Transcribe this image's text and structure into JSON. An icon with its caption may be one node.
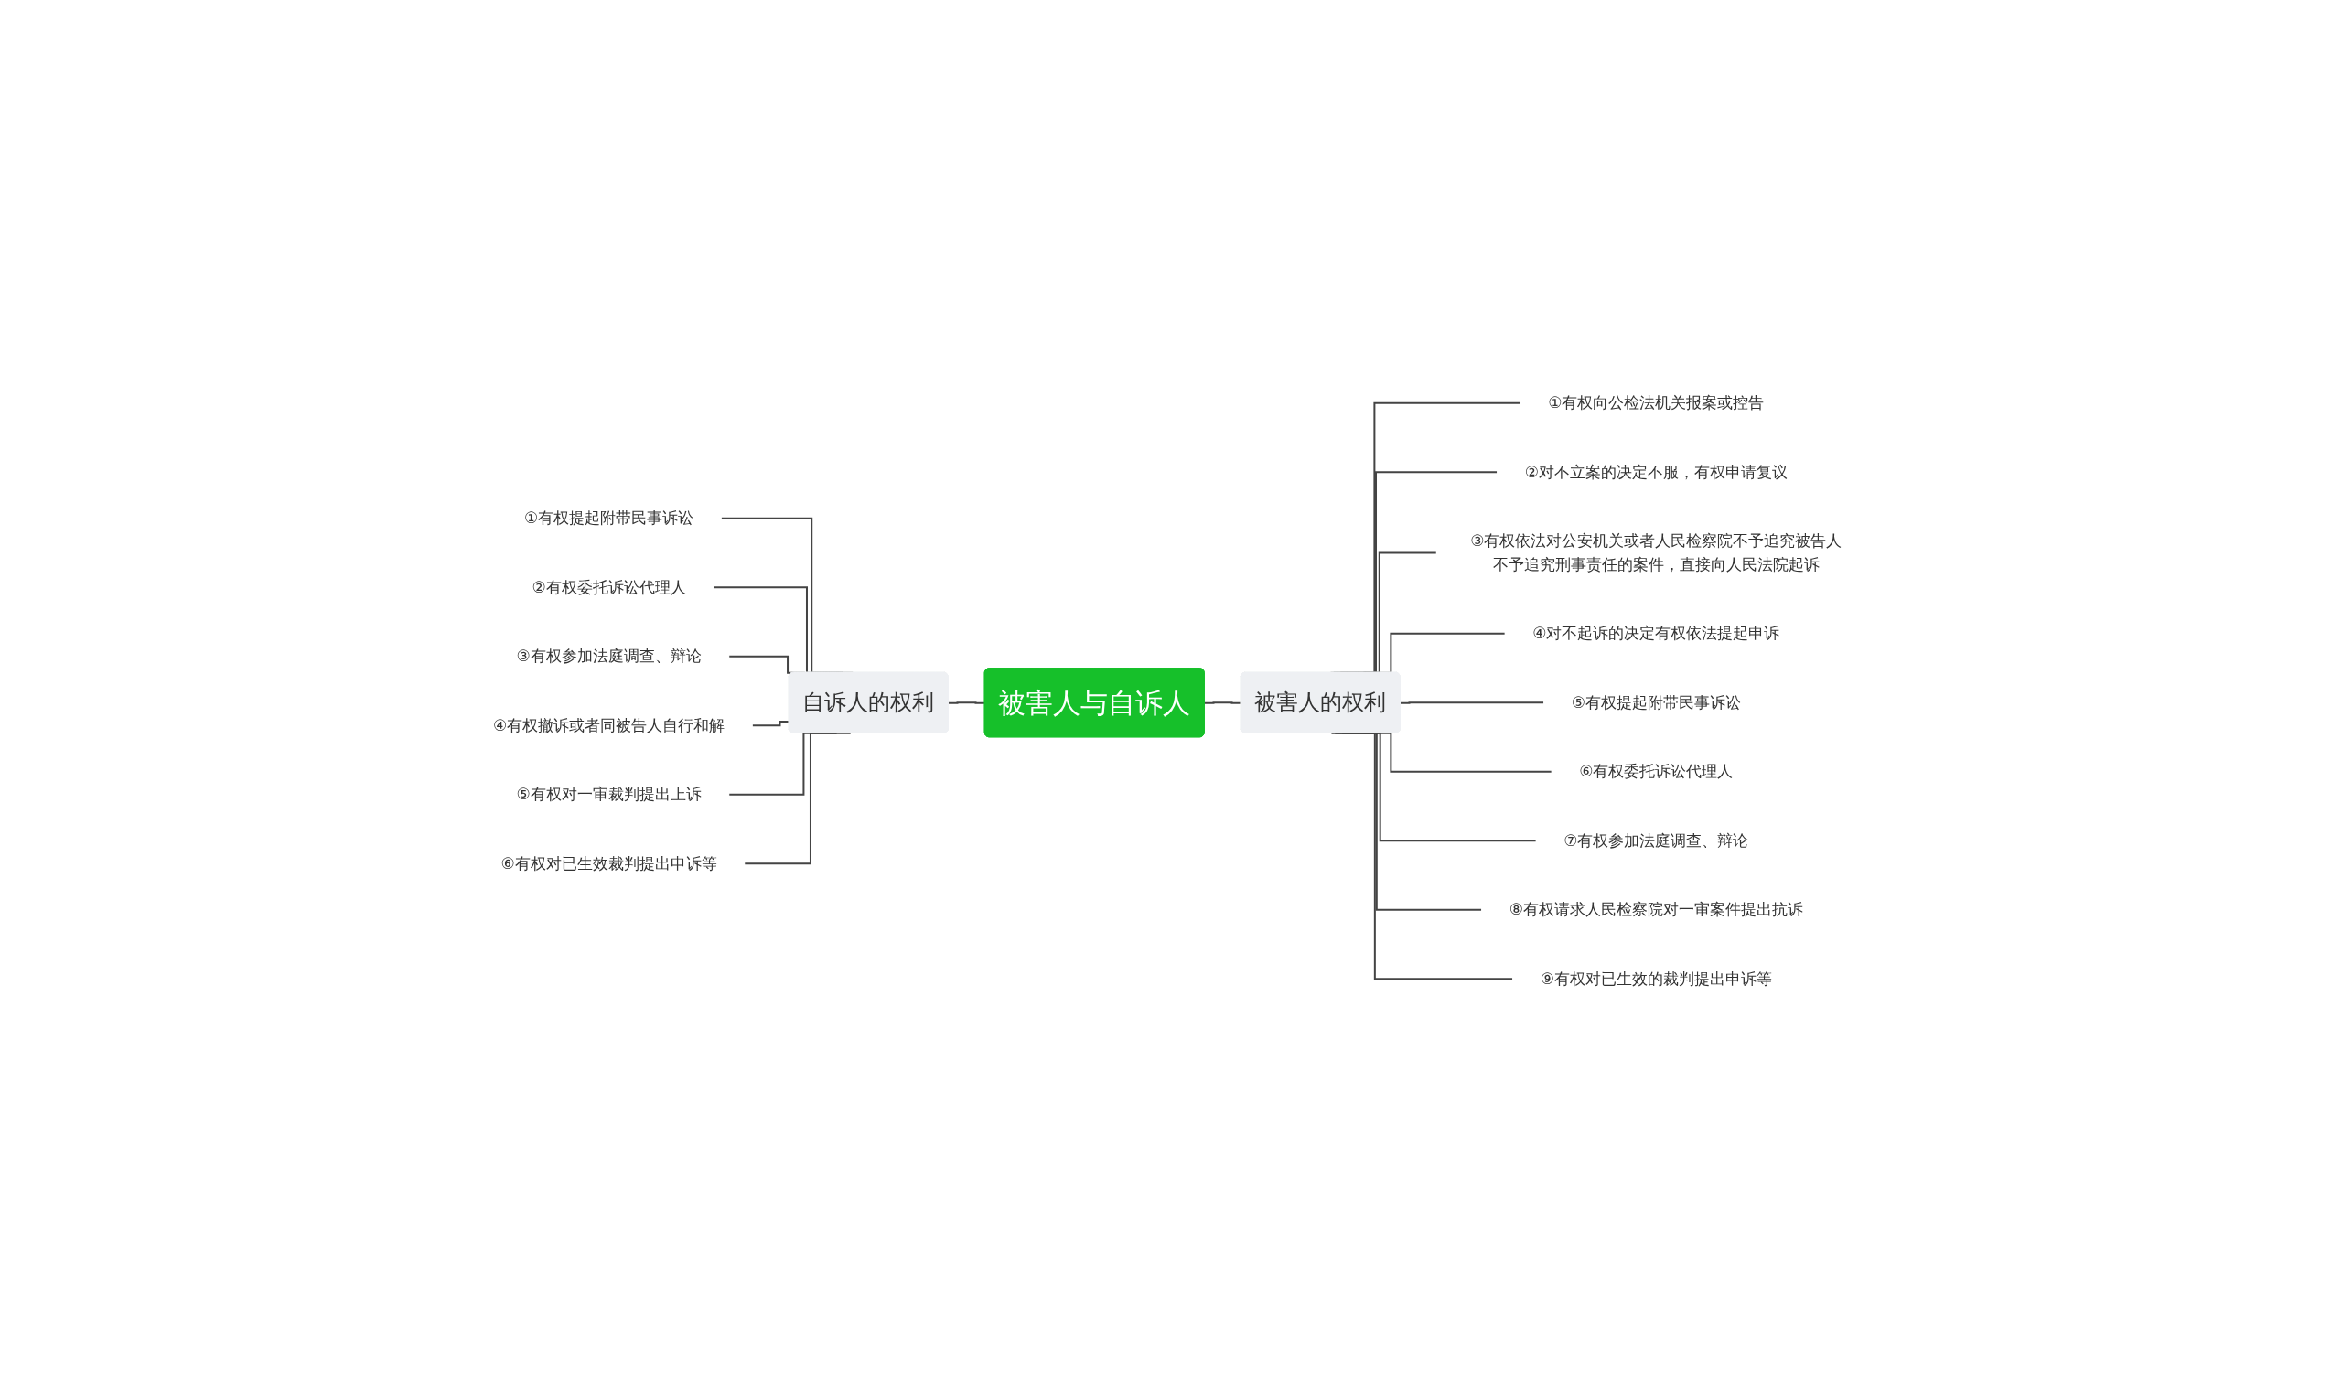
{
  "diagram": {
    "nodes": [
      {
        "text": [
          "①有权提起附带民事诉讼"
        ]
      },
      {
        "text": [
          "②有权委托诉讼代理人"
        ]
      },
      {
        "text": [
          "③有权参加法庭调查、辩论"
        ]
      },
      {
        "text": [
          "④有权撤诉或者同被告人自行和解"
        ]
      },
      {
        "text": [
          "⑤有权对一审裁判提出上诉"
        ]
      },
      {
        "text": [
          "⑥有权对已生效裁判提出申诉等"
        ]
      },
      {
        "text": [
          "自诉人的权利"
        ]
      },
      {
        "text": [
          "被害人与自诉人"
        ]
      },
      {
        "text": [
          "被害人的权利"
        ]
      },
      {
        "text": [
          "①有权向公检法机关报案或控告"
        ]
      },
      {
        "text": [
          "②对不立案的决定不服，有权申请复议"
        ]
      },
      {
        "text": [
          "③有权依法对公安机关或者人民检察院不予追究被告人不予追究刑事责任的案件，直接向人民法院起诉"
        ]
      },
      {
        "text": [
          "④对不起诉的决定有权依法提起申诉"
        ]
      },
      {
        "text": [
          "⑤有权提起附带民事诉讼"
        ]
      },
      {
        "text": [
          "⑥有权委托诉讼代理人"
        ]
      },
      {
        "text": [
          "⑦有权参加法庭调查、辩论"
        ]
      },
      {
        "text": [
          "⑧有权请求人民检察院对一审案件提出抗诉"
        ]
      },
      {
        "text": [
          "⑨有权对已生效的裁判提出申诉等"
        ]
      }
    ],
    "edges": [
      {
        "from": 0,
        "to": 6,
        "arrow": "none"
      },
      {
        "from": 1,
        "to": 6,
        "arrow": "none"
      },
      {
        "from": 2,
        "to": 6,
        "arrow": "none"
      },
      {
        "from": 3,
        "to": 6,
        "arrow": "none"
      },
      {
        "from": 4,
        "to": 6,
        "arrow": "none"
      },
      {
        "from": 5,
        "to": 6,
        "arrow": "none"
      },
      {
        "from": 6,
        "to": 7,
        "arrow": "none"
      },
      {
        "from": 7,
        "to": 8,
        "arrow": "none"
      },
      {
        "from": 8,
        "to": 9,
        "arrow": "none"
      },
      {
        "from": 8,
        "to": 10,
        "arrow": "none"
      },
      {
        "from": 8,
        "to": 11,
        "arrow": "none"
      },
      {
        "from": 8,
        "to": 12,
        "arrow": "none"
      },
      {
        "from": 8,
        "to": 13,
        "arrow": "none"
      },
      {
        "from": 8,
        "to": 14,
        "arrow": "none"
      },
      {
        "from": 8,
        "to": 15,
        "arrow": "none"
      },
      {
        "from": 8,
        "to": 16,
        "arrow": "none"
      },
      {
        "from": 8,
        "to": 17,
        "arrow": "none"
      }
    ]
  }
}
